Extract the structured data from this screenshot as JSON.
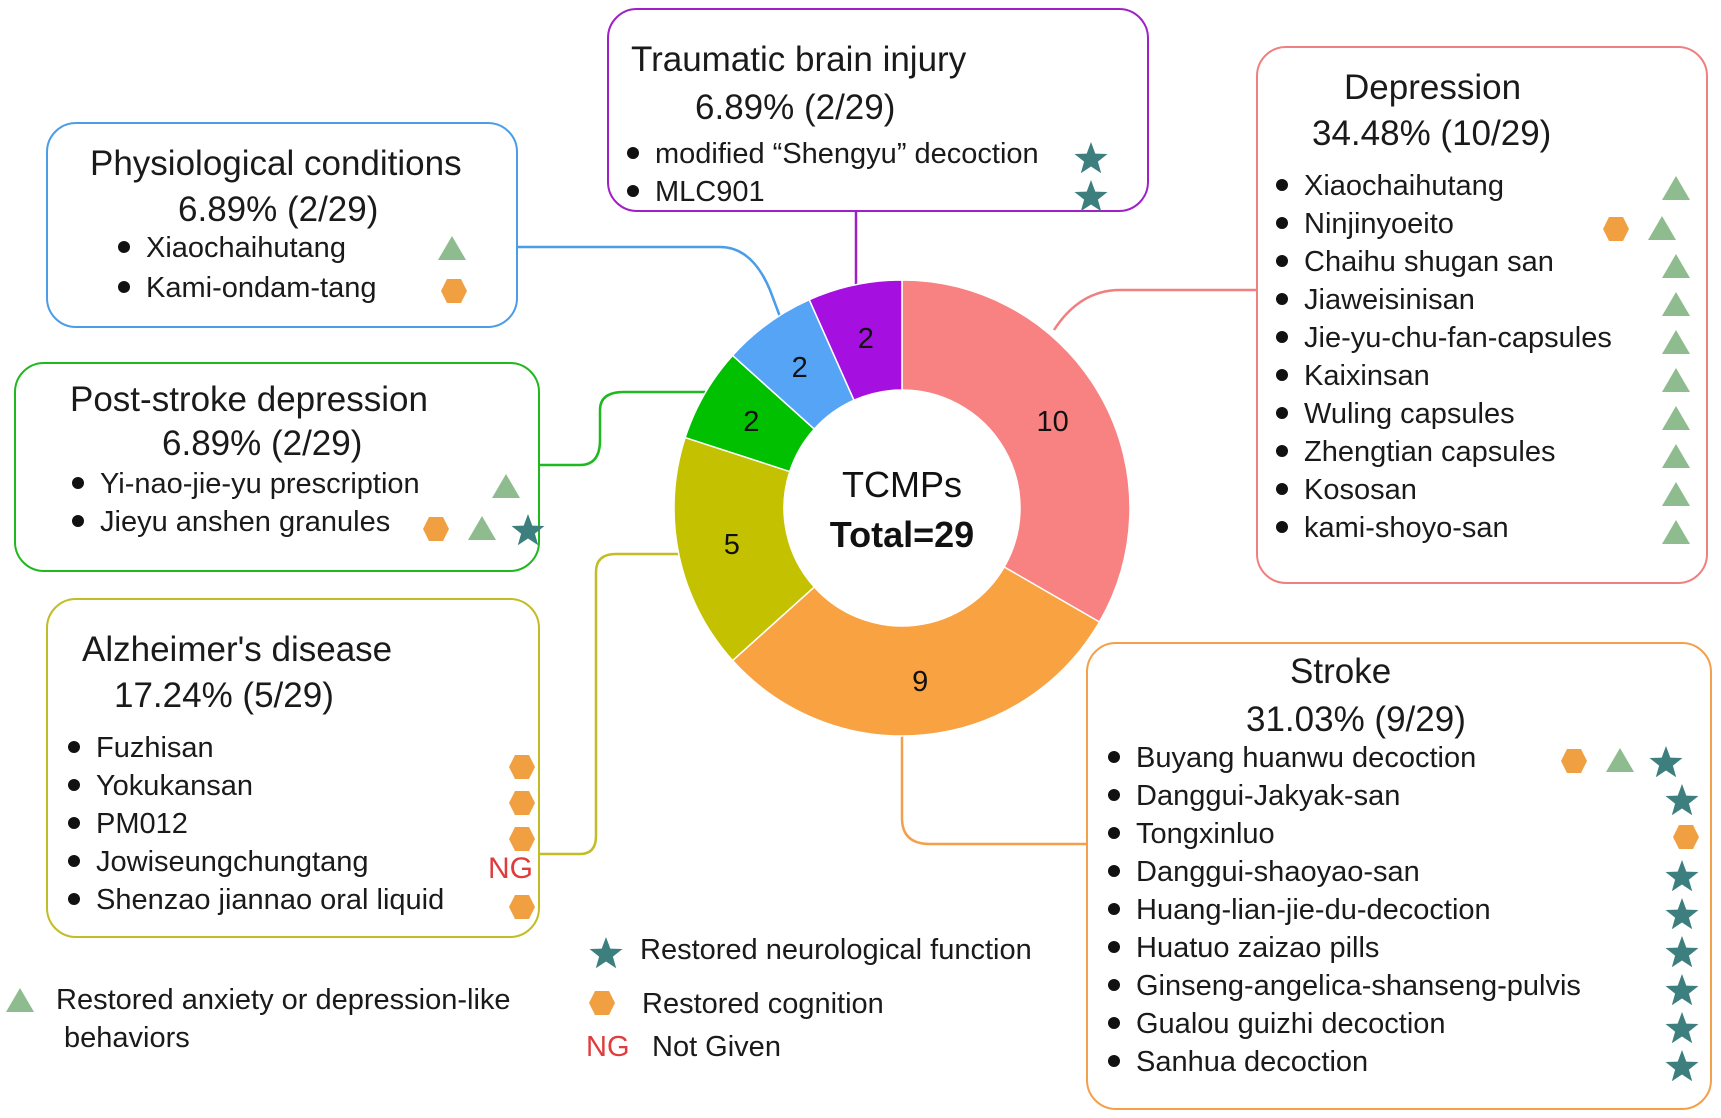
{
  "chart_data": {
    "type": "pie",
    "center_label": "TCMPs",
    "center_total": "Total=29",
    "slices": [
      {
        "name": "Depression",
        "value": 10,
        "label": "10",
        "color": "#f88181"
      },
      {
        "name": "Stroke",
        "value": 9,
        "label": "9",
        "color": "#f8a241"
      },
      {
        "name": "Alzheimer's disease",
        "value": 5,
        "label": "5",
        "color": "#c3c100"
      },
      {
        "name": "Post-stroke depression",
        "value": 2,
        "label": "2",
        "color": "#00c000"
      },
      {
        "name": "Physiological conditions",
        "value": 2,
        "label": "2",
        "color": "#55a4f6"
      },
      {
        "name": "Traumatic brain injury",
        "value": 2,
        "label": "2",
        "color": "#a50fe0"
      }
    ]
  },
  "boxes": {
    "tbi": {
      "title": "Traumatic brain injury",
      "pct": "6.89% (2/29)",
      "color": "#a020c8",
      "items": [
        {
          "text": "modified “Shengyu” decoction",
          "marks": [
            "star"
          ]
        },
        {
          "text": "MLC901",
          "marks": [
            "star"
          ]
        }
      ]
    },
    "physio": {
      "title": "Physiological conditions",
      "pct": "6.89% (2/29)",
      "color": "#4a9de6",
      "items": [
        {
          "text": "Xiaochaihutang",
          "marks": [
            "triangle"
          ]
        },
        {
          "text": "Kami-ondam-tang",
          "marks": [
            "hexagon"
          ]
        }
      ]
    },
    "psd": {
      "title": "Post-stroke depression",
      "pct": "6.89% (2/29)",
      "color": "#1fb81f",
      "items": [
        {
          "text": "Yi-nao-jie-yu prescription",
          "marks": [
            "triangle"
          ]
        },
        {
          "text": "Jieyu anshen granules",
          "marks": [
            "hexagon",
            "triangle",
            "star"
          ]
        }
      ]
    },
    "ad": {
      "title": "Alzheimer's disease",
      "pct": "17.24% (5/29)",
      "color": "#c2bd24",
      "items": [
        {
          "text": "Fuzhisan",
          "marks": [
            "hexagon"
          ]
        },
        {
          "text": "Yokukansan",
          "marks": [
            "hexagon"
          ]
        },
        {
          "text": "PM012",
          "marks": [
            "hexagon"
          ]
        },
        {
          "text": "Jowiseungchungtang",
          "marks": [
            "NG"
          ]
        },
        {
          "text": "Shenzao jiannao oral liquid",
          "marks": [
            "hexagon"
          ]
        }
      ]
    },
    "depression": {
      "title": "Depression",
      "pct": "34.48% (10/29)",
      "color": "#f08080",
      "items": [
        {
          "text": "Xiaochaihutang",
          "marks": [
            "triangle"
          ]
        },
        {
          "text": "Ninjinyoeito",
          "marks": [
            "hexagon",
            "triangle"
          ]
        },
        {
          "text": "Chaihu shugan san",
          "marks": [
            "triangle"
          ]
        },
        {
          "text": "Jiaweisinisan",
          "marks": [
            "triangle"
          ]
        },
        {
          "text": "Jie-yu-chu-fan-capsules",
          "marks": [
            "triangle"
          ]
        },
        {
          "text": "Kaixinsan",
          "marks": [
            "triangle"
          ]
        },
        {
          "text": "Wuling capsules",
          "marks": [
            "triangle"
          ]
        },
        {
          "text": "Zhengtian capsules",
          "marks": [
            "triangle"
          ]
        },
        {
          "text": "Kososan",
          "marks": [
            "triangle"
          ]
        },
        {
          "text": "kami-shoyo-san",
          "marks": [
            "triangle"
          ]
        }
      ]
    },
    "stroke": {
      "title": "Stroke",
      "pct": "31.03% (9/29)",
      "color": "#f4a04a",
      "items": [
        {
          "text": "Buyang huanwu decoction",
          "marks": [
            "hexagon",
            "triangle",
            "star"
          ]
        },
        {
          "text": "Danggui-Jakyak-san",
          "marks": [
            "star"
          ]
        },
        {
          "text": "Tongxinluo",
          "marks": [
            "hexagon"
          ]
        },
        {
          "text": "Danggui-shaoyao-san",
          "marks": [
            "star"
          ]
        },
        {
          "text": "Huang-lian-jie-du-decoction",
          "marks": [
            "star"
          ]
        },
        {
          "text": "Huatuo zaizao pills",
          "marks": [
            "star"
          ]
        },
        {
          "text": "Ginseng-angelica-shanseng-pulvis",
          "marks": [
            "star"
          ]
        },
        {
          "text": "Gualou guizhi decoction",
          "marks": [
            "star"
          ]
        },
        {
          "text": "Sanhua decoction",
          "marks": [
            "star"
          ]
        }
      ]
    }
  },
  "legend": {
    "star": "Restored neurological function",
    "triangle_line1": "Restored  anxiety or depression-like",
    "triangle_line2": "behaviors",
    "hexagon": "Restored   cognition",
    "ng_symbol": "NG",
    "ng_label": "Not Given"
  },
  "marker_colors": {
    "star": "#3d7f7f",
    "triangle": "#8fbc8f",
    "hexagon": "#f0a040",
    "ng": "#e03c3c"
  }
}
